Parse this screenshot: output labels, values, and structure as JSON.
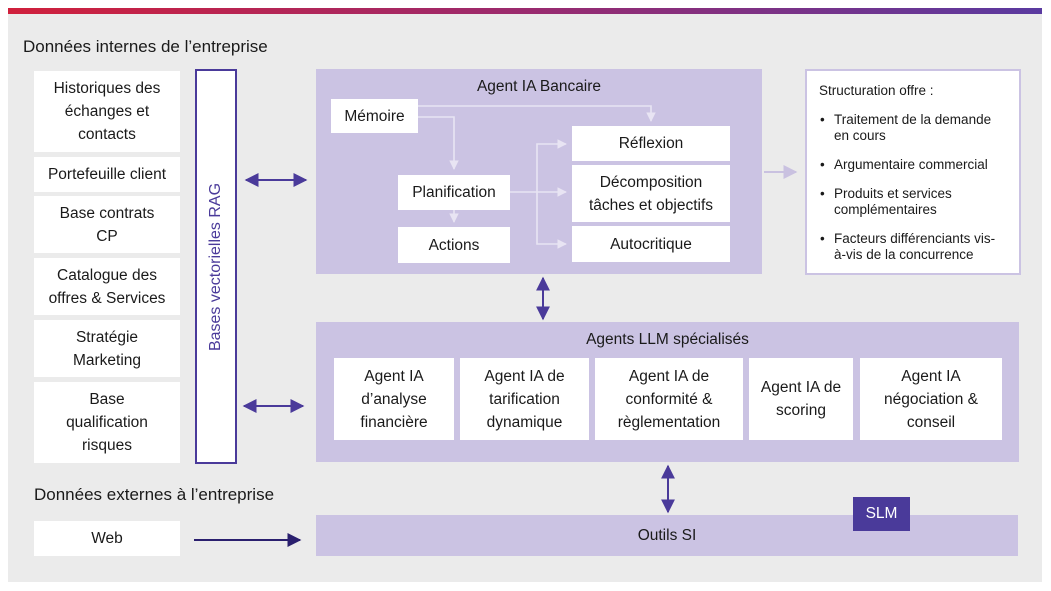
{
  "headings": {
    "internal": "Données internes de l’entreprise",
    "external": "Données externes à l’entreprise"
  },
  "internal_sources": [
    "Historiques des échanges et contacts",
    "Portefeuille client",
    "Base contrats CP",
    "Catalogue des offres & Services",
    "Stratégie Marketing",
    "Base qualification risques"
  ],
  "rag": {
    "label": "Bases vectorielles RAG"
  },
  "agent_bancaire": {
    "title": "Agent IA Bancaire",
    "memoire": "Mémoire",
    "planification": "Planification",
    "actions": "Actions",
    "reflexion": "Réflexion",
    "decomposition": "Décomposition tâches et objectifs",
    "autocritique": "Autocritique"
  },
  "offer": {
    "title": "Structuration offre :",
    "items": [
      "Traitement de la demande en cours",
      "Argumentaire commercial",
      "Produits et services complémentaires",
      "Facteurs différenciants vis-à-vis de la concurrence"
    ]
  },
  "llm": {
    "title": "Agents LLM spécialisés",
    "agents": [
      "Agent IA d’analyse financière",
      "Agent IA de tarification dynamique",
      "Agent IA de conformité & règlementation",
      "Agent IA de scoring",
      "Agent IA négociation & conseil"
    ]
  },
  "external": {
    "web": "Web"
  },
  "outils": {
    "label": "Outils SI",
    "slm": "SLM"
  },
  "colors": {
    "panel": "#cbc3e3",
    "accent": "#4a3a9a",
    "background": "#ebebeb",
    "light_arrow": "#c9c1e0"
  }
}
